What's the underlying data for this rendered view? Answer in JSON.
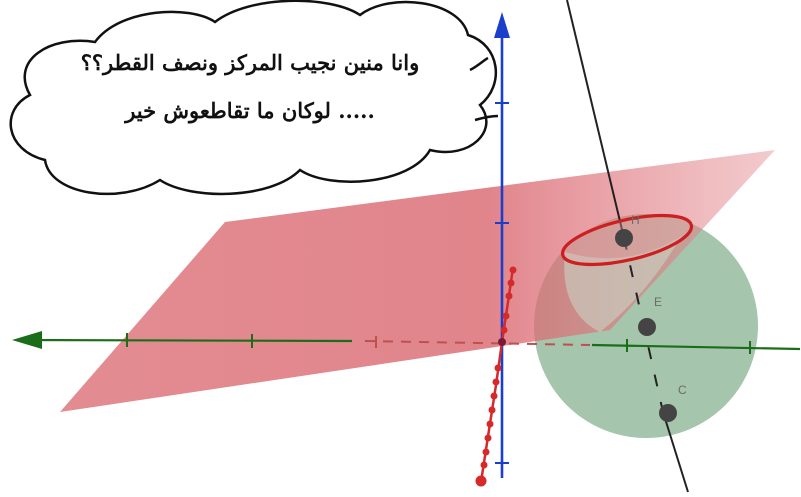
{
  "speech_bubble": {
    "line1": "وانا منين نجيب المركز ونصف القطر؟؟",
    "line2": "..... لوكان ما تقاطعوش خير"
  },
  "points": [
    {
      "id": "H",
      "label": "H"
    },
    {
      "id": "E",
      "label": "E"
    },
    {
      "id": "C",
      "label": "C"
    }
  ],
  "colors": {
    "plane": "#d9666e",
    "sphere": "#9bbfa3",
    "circle": "#cc2020",
    "x_axis": "#1a6e1a",
    "z_axis": "#1a3fcc",
    "y_axis": "#d42a2a",
    "line": "#222222",
    "point": "#444444"
  }
}
